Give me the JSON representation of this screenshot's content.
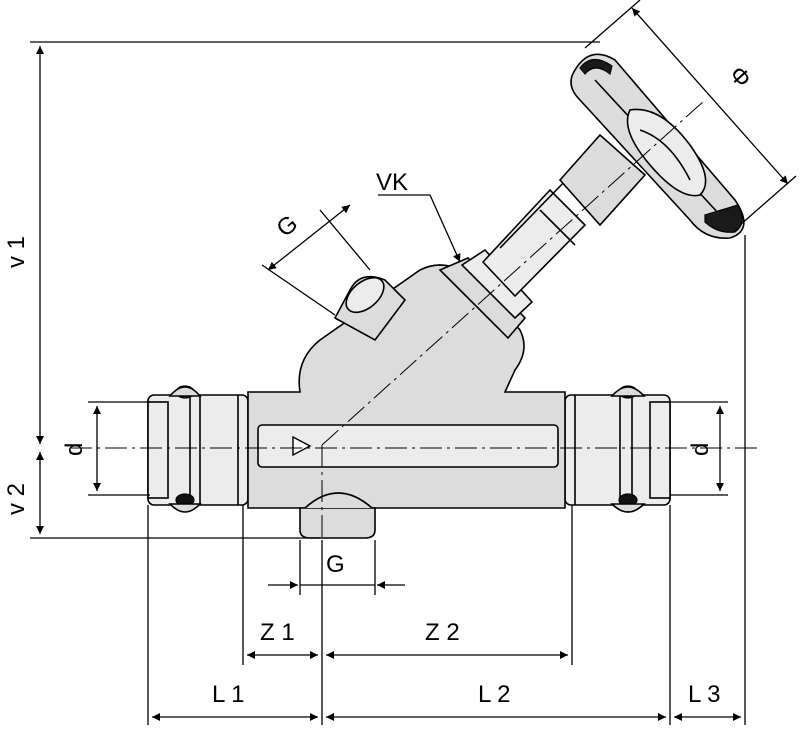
{
  "labels": {
    "phi": "Φ",
    "vk": "VK",
    "g_top": "G",
    "g_bottom": "G",
    "v1": "v 1",
    "v2": "v 2",
    "d_left": "d",
    "d_right": "d",
    "z1": "Z 1",
    "z2": "Z 2",
    "l1": "L 1",
    "l2": "L 2",
    "l3": "L 3"
  }
}
